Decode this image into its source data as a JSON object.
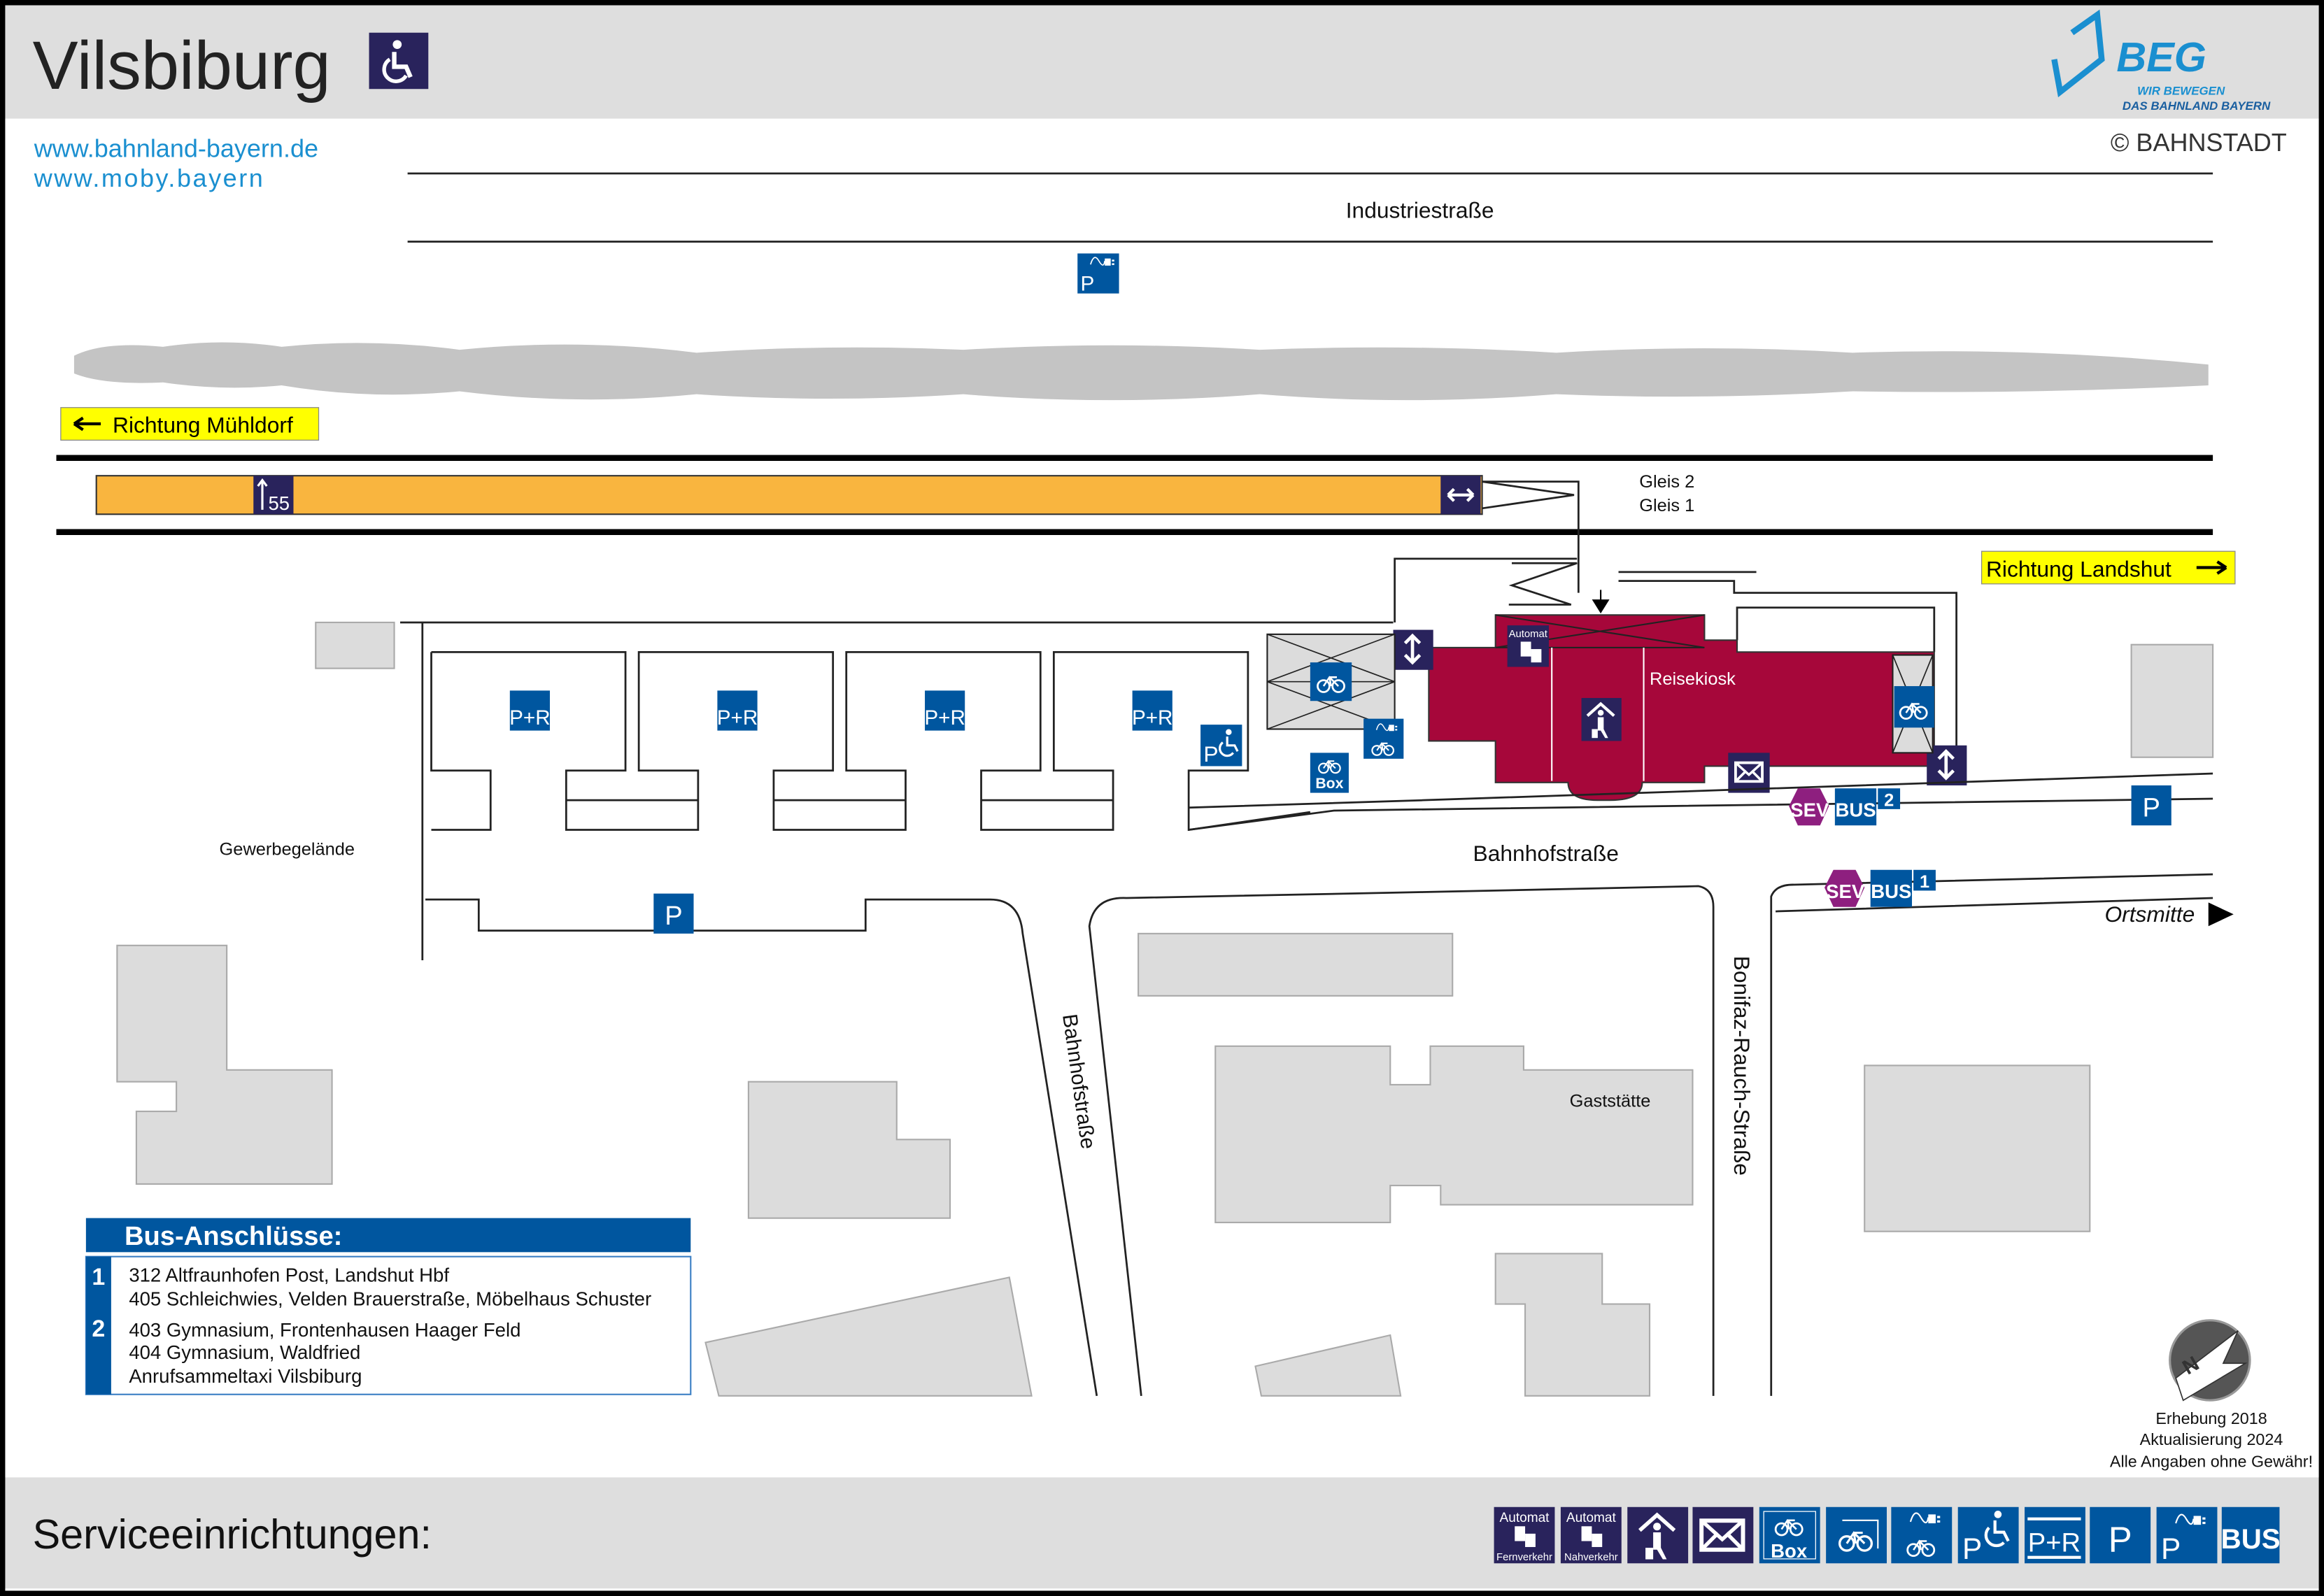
{
  "header": {
    "title": "Vilsbiburg",
    "links": [
      "www.bahnland-bayern.de",
      "www.moby.bayern"
    ],
    "logo": {
      "name": "BEG",
      "tagline_1": "WIR BEWEGEN",
      "tagline_2": "DAS BAHNLAND BAYERN"
    },
    "copyright": "© BAHNSTADT"
  },
  "map": {
    "streets": {
      "industrie": "Industriestraße",
      "bahnhof_h": "Bahnhofstraße",
      "bahnhof_v": "Bahnhofstraße",
      "bonifaz": "Bonifaz-Rauch-Straße"
    },
    "labels": {
      "gewerbe": "Gewerbegelände",
      "gaststaette": "Gaststätte",
      "reisekiosk": "Reisekiosk",
      "ortsmitte": "Ortsmitte",
      "gleis2": "Gleis 2",
      "gleis1": "Gleis 1",
      "automat": "Automat",
      "platform_height": "55",
      "box": "Box"
    },
    "directions": {
      "west": "Richtung Mühldorf",
      "east": "Richtung Landshut"
    },
    "bus_stops": [
      {
        "sev": "SEV",
        "bus": "BUS",
        "number": "2"
      },
      {
        "sev": "SEV",
        "bus": "BUS",
        "number": "1"
      }
    ],
    "icon_labels": {
      "pr": "P+R",
      "p": "P"
    }
  },
  "bus_table": {
    "title": "Bus-Anschlüsse:",
    "groups": [
      {
        "number": "1",
        "lines": [
          "312 Altfraunhofen Post, Landshut Hbf",
          "405 Schleichwies, Velden Brauerstraße, Möbelhaus Schuster"
        ]
      },
      {
        "number": "2",
        "lines": [
          "403 Gymnasium, Frontenhausen Haager Feld",
          "404 Gymnasium, Waldfried",
          "Anrufsammeltaxi Vilsbiburg"
        ]
      }
    ]
  },
  "footer_note": {
    "erhebung": "Erhebung 2018",
    "aktualisierung": "Aktualisierung 2024",
    "disclaimer": "Alle Angaben ohne Gewähr!"
  },
  "services": {
    "title": "Serviceeinrichtungen:",
    "items": [
      {
        "icon": "ticket-machine-long-distance-icon",
        "top": "Automat",
        "bottom": "Fernverkehr"
      },
      {
        "icon": "ticket-machine-regional-icon",
        "top": "Automat",
        "bottom": "Nahverkehr"
      },
      {
        "icon": "waiting-room-icon"
      },
      {
        "icon": "mailbox-icon"
      },
      {
        "icon": "bike-box-icon",
        "label": "Box"
      },
      {
        "icon": "bike-parking-icon"
      },
      {
        "icon": "e-bike-charging-icon"
      },
      {
        "icon": "disabled-parking-icon",
        "label": "P"
      },
      {
        "icon": "park-and-ride-icon",
        "label": "P+R"
      },
      {
        "icon": "parking-icon",
        "label": "P"
      },
      {
        "icon": "ev-charging-parking-icon",
        "label": "P"
      },
      {
        "icon": "bus-icon",
        "label": "BUS"
      }
    ]
  },
  "colors": {
    "station": "#a6073a",
    "platform": "#f9b53f",
    "blue": "#00569f",
    "navy": "#29235c",
    "sev": "#8e1f7f",
    "yellow": "#ffff00",
    "link": "#1a8fd0"
  }
}
